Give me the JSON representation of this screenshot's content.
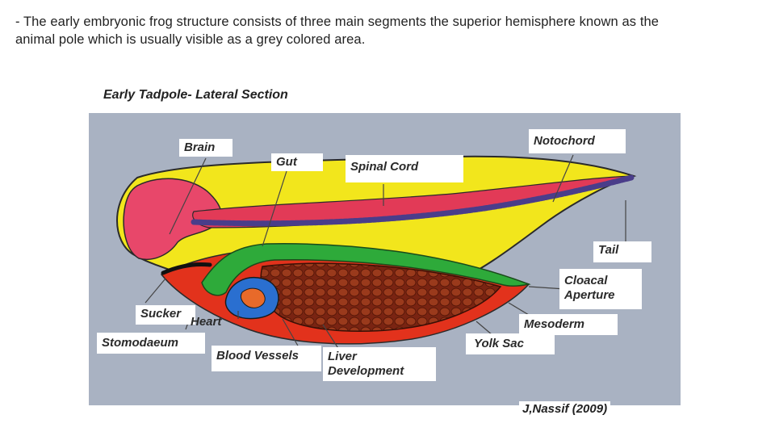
{
  "caption": {
    "line1": "- The early embryonic frog structure consists of three main segments the superior hemisphere known as the",
    "line2": "animal pole which is usually visible as a grey colored area."
  },
  "figure": {
    "title": "Early Tadpole- Lateral Section",
    "credit": "J,Nassif (2009)",
    "labels": {
      "brain": "Brain",
      "gut": "Gut",
      "spinal_cord": "Spinal Cord",
      "notochord": "Notochord",
      "tail": "Tail",
      "cloacal_line1": "Cloacal",
      "cloacal_line2": "Aperture",
      "mesoderm": "Mesoderm",
      "yolk_sac": "Yolk Sac",
      "sucker": "Sucker",
      "heart": "Heart",
      "stomodaeum": "Stomodaeum",
      "blood_vessels": "Blood Vessels",
      "liver_line1": "Liver",
      "liver_line2": "Development"
    },
    "colors": {
      "background": "#a9b2c2",
      "body_yellow": "#f2e61c",
      "brain_pink": "#e8476a",
      "spinal_red": "#e23a57",
      "notochord_blue": "#4a3d8a",
      "gut_green": "#2eaa3a",
      "yolk_brown": "#8a2a14",
      "mesoderm_red": "#e2321c",
      "heart_blue": "#2a6fd0"
    }
  }
}
